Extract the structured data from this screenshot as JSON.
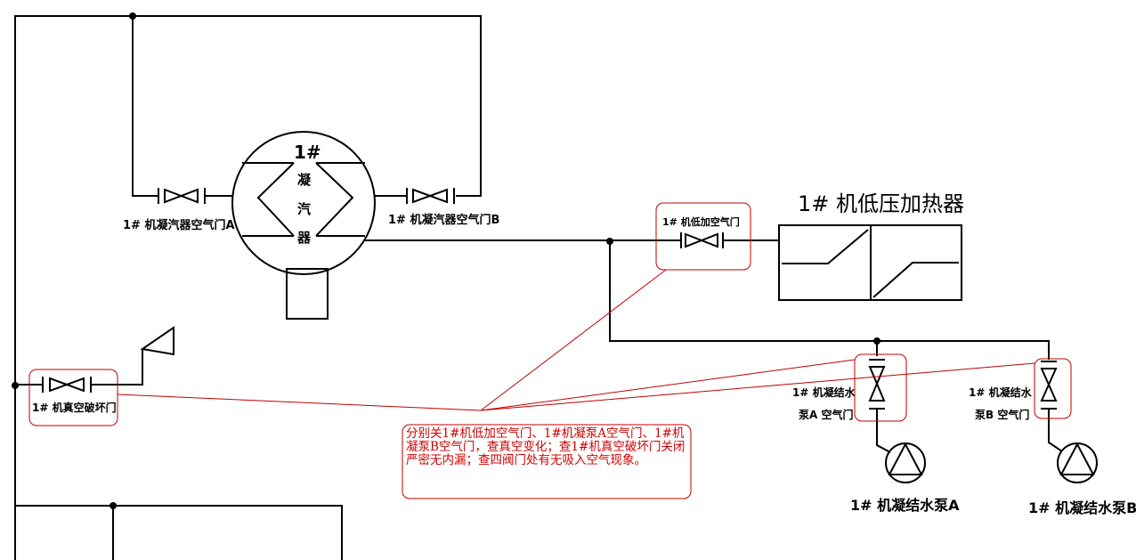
{
  "condenser": {
    "line1": "1#",
    "c1": "凝",
    "c2": "汽",
    "c3": "器"
  },
  "labels": {
    "valve_a": "1# 机凝汽器空气门A",
    "valve_b": "1# 机凝汽器空气门B",
    "heater_valve": "1# 机低加空气门",
    "heater": "1# 机低压加热器",
    "vacuum_valve": "1# 机真空破坏门",
    "pump_a_valve_1": "1# 机凝结水",
    "pump_a_valve_2": "泵A 空气门",
    "pump_b_valve_1": "1# 机凝结水",
    "pump_b_valve_2": "泵B 空气门",
    "pump_a": "1# 机凝结水泵A",
    "pump_b": "1# 机凝结水泵B"
  },
  "note": "分别关1#机低加空气门、1#机凝泵A空气门、1#机凝泵B空气门，查真空变化；查1#机真空破坏门关闭严密无内漏；查四阀门处有无吸入空气现象。",
  "colors": {
    "line": "#000000",
    "annotation": "#c00000"
  }
}
